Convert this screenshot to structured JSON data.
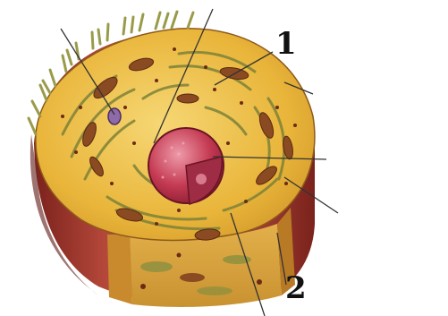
{
  "diagram": {
    "labels": [
      {
        "id": "1",
        "text": "1"
      },
      {
        "id": "2",
        "text": "2"
      }
    ],
    "colors": {
      "cytoplasm": "#e9b53a",
      "cytoplasm_light": "#f3cf62",
      "membrane_side": "#a8382e",
      "membrane_dark": "#6f1e1a",
      "nucleus": "#c43a52",
      "nucleus_light": "#e4899a",
      "organelle_green": "#8a8f3f",
      "mitochondria": "#8a4a22",
      "leader_line": "#333333",
      "label_text": "#111111"
    },
    "icons": [
      "cell-illustration"
    ]
  }
}
